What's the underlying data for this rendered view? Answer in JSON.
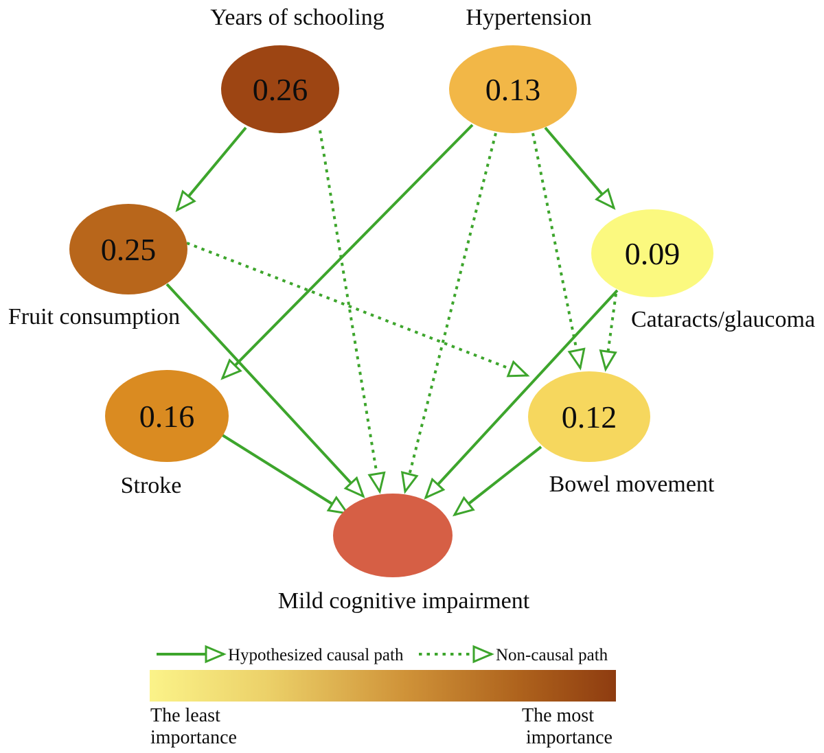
{
  "diagram": {
    "title_hint": "Causal diagram of risk factors for mild cognitive impairment",
    "nodes": [
      {
        "id": "years_of_schooling",
        "label": "Years of schooling",
        "value": "0.26",
        "color": "#9d4513"
      },
      {
        "id": "hypertension",
        "label": "Hypertension",
        "value": "0.13",
        "color": "#f2b747"
      },
      {
        "id": "fruit_consumption",
        "label": "Fruit consumption",
        "value": "0.25",
        "color": "#b8661b"
      },
      {
        "id": "cataracts_glaucoma",
        "label": "Cataracts/glaucoma",
        "value": "0.09",
        "color": "#fbf97f"
      },
      {
        "id": "stroke",
        "label": "Stroke",
        "value": "0.16",
        "color": "#da8b21"
      },
      {
        "id": "bowel_movement",
        "label": "Bowel movement",
        "value": "0.12",
        "color": "#f6d75e"
      },
      {
        "id": "mild_cognitive_impairment",
        "label": "Mild cognitive impairment",
        "value": "",
        "color": "#d65f45"
      }
    ],
    "edges": [
      {
        "from": "years_of_schooling",
        "to": "fruit_consumption",
        "type": "hypothesized_causal"
      },
      {
        "from": "years_of_schooling",
        "to": "mild_cognitive_impairment",
        "type": "non_causal"
      },
      {
        "from": "hypertension",
        "to": "cataracts_glaucoma",
        "type": "hypothesized_causal"
      },
      {
        "from": "hypertension",
        "to": "stroke",
        "type": "hypothesized_causal"
      },
      {
        "from": "hypertension",
        "to": "mild_cognitive_impairment",
        "type": "non_causal"
      },
      {
        "from": "hypertension",
        "to": "bowel_movement",
        "type": "non_causal"
      },
      {
        "from": "fruit_consumption",
        "to": "bowel_movement",
        "type": "non_causal"
      },
      {
        "from": "fruit_consumption",
        "to": "mild_cognitive_impairment",
        "type": "hypothesized_causal"
      },
      {
        "from": "cataracts_glaucoma",
        "to": "mild_cognitive_impairment",
        "type": "hypothesized_causal"
      },
      {
        "from": "cataracts_glaucoma",
        "to": "bowel_movement",
        "type": "non_causal"
      },
      {
        "from": "stroke",
        "to": "mild_cognitive_impairment",
        "type": "hypothesized_causal"
      },
      {
        "from": "bowel_movement",
        "to": "mild_cognitive_impairment",
        "type": "hypothesized_causal"
      }
    ]
  },
  "legend": {
    "causal_label": "Hypothesized causal path",
    "non_causal_label": "Non-causal path",
    "least_line1": "The least",
    "least_line2": "importance",
    "most_line1": "The most",
    "most_line2": "importance"
  },
  "colors": {
    "edge_green": "#3da52c",
    "gradient_start": "#fbf389",
    "gradient_mid": "#cf9238",
    "gradient_end": "#8e3c10",
    "text": "#0d0d0d",
    "background": "#ffffff"
  }
}
